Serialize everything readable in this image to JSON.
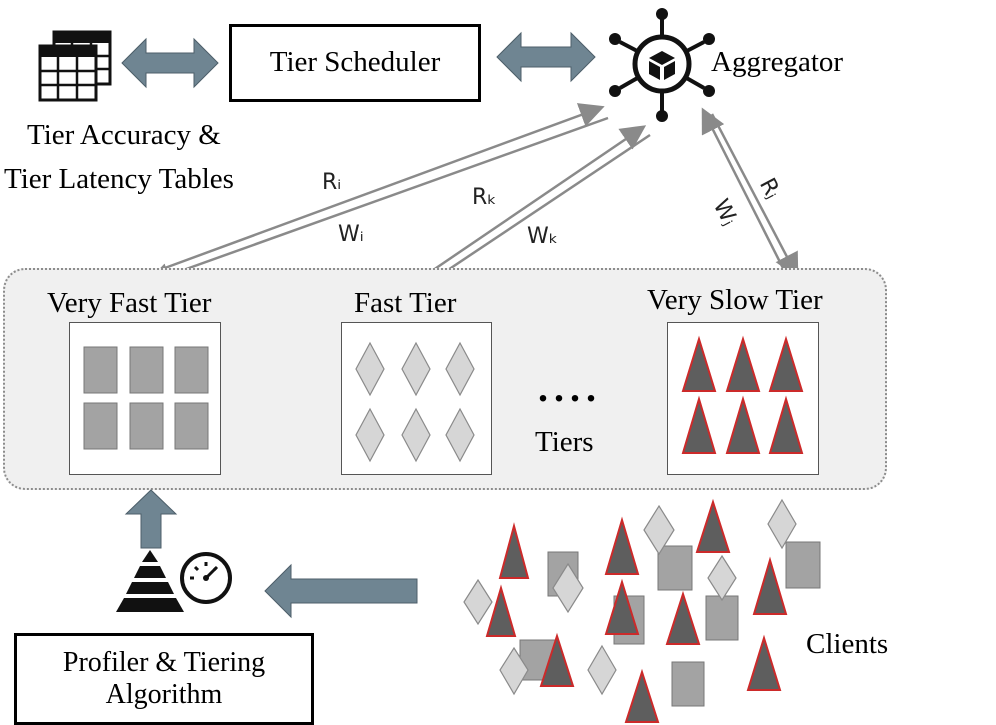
{
  "scheduler": {
    "label": "Tier Scheduler"
  },
  "aggregator": {
    "label": "Aggregator",
    "icon": "aggregator-hub-icon"
  },
  "tables": {
    "line1": "Tier Accuracy &",
    "line2": "Tier Latency Tables",
    "icon": "tables-icon"
  },
  "tiers": [
    {
      "label": "Very Fast Tier",
      "shape": "square"
    },
    {
      "label": "Fast Tier",
      "shape": "diamond"
    },
    {
      "label": "Very Slow Tier",
      "shape": "triangle"
    }
  ],
  "tiers_caption": "Tiers",
  "ellipsis": "....",
  "links": [
    {
      "r": "Rᵢ",
      "w": "Wᵢ"
    },
    {
      "r": "Rₖ",
      "w": "Wₖ"
    },
    {
      "r": "Rⱼ",
      "w": "Wⱼ"
    }
  ],
  "profiler": {
    "line1": "Profiler & Tiering",
    "line2": "Algorithm",
    "icon": "pyramid-gauge-icon"
  },
  "clients": {
    "label": "Clients"
  },
  "colors": {
    "arrow": "#6f8592",
    "square": "#a3a3a3",
    "diamond": "#d6d6d6",
    "triangle_fill": "#5e5e5e",
    "triangle_stroke": "#cc2a2a"
  }
}
